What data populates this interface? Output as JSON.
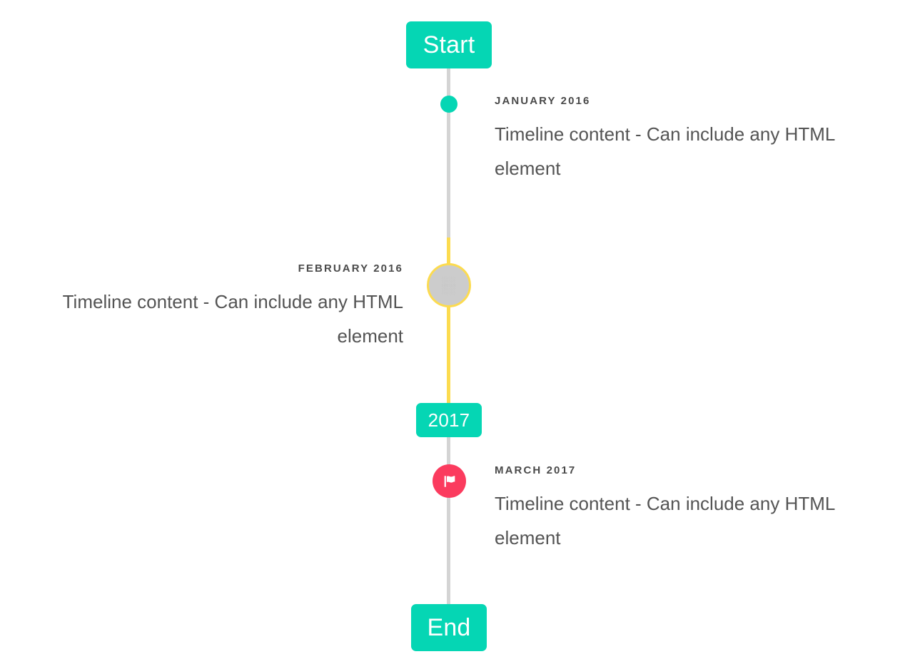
{
  "colors": {
    "accent_teal": "#05d6b4",
    "rail_gray": "#d4d4d4",
    "rail_yellow": "#fcdb4f",
    "marker_gray": "#cccccc",
    "marker_pink": "#fb3b5e",
    "text_dark": "#4a4a4a",
    "text_body": "#545454",
    "background": "#ffffff"
  },
  "timeline": {
    "start_label": "Start",
    "mid_label": "2017",
    "end_label": "End",
    "events": [
      {
        "date": "January 2016",
        "body": "Timeline content - Can include any HTML element",
        "side": "right",
        "marker": "dot",
        "marker_icon": "",
        "rail_color": "#d4d4d4"
      },
      {
        "date": "February 2016",
        "body": "Timeline content - Can include any HTML element",
        "side": "left",
        "marker": "large-circle",
        "marker_icon": "missing-glyph-icon",
        "rail_color": "#fcdb4f"
      },
      {
        "date": "March 2017",
        "body": "Timeline content - Can include any HTML element",
        "side": "right",
        "marker": "icon-circle",
        "marker_icon": "flag-icon",
        "rail_color": "#d4d4d4"
      }
    ]
  }
}
